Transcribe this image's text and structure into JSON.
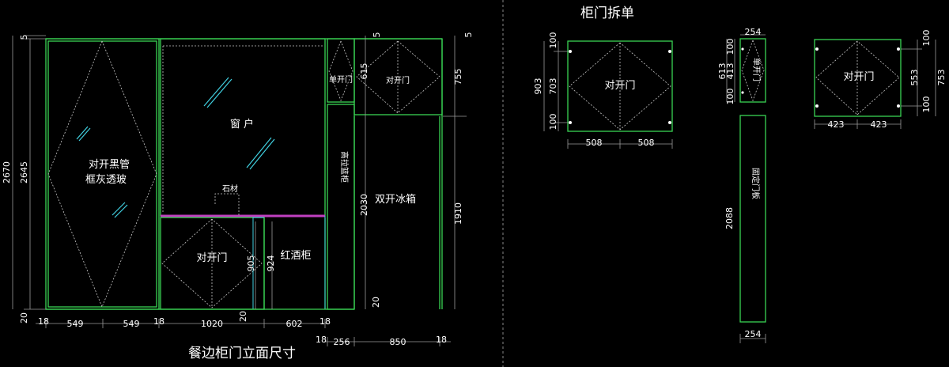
{
  "colors": {
    "background": "#000000",
    "outline": "#39d353",
    "stone_line": "#c040c0",
    "glass_mark": "#40d0e0",
    "text": "#ffffff"
  },
  "elevation": {
    "title": "餐边柜门立面尺寸",
    "labels": {
      "glass_door_line1": "对开黑管",
      "glass_door_line2": "框灰透玻",
      "window": "窗 户",
      "stone": "石材",
      "double_door_lower": "对开门",
      "wine_cabinet": "红酒柜",
      "single_door": "单开门",
      "double_door_upper": "对开门",
      "tall_pullout": "高拉篮柜",
      "fridge": "双开冰箱"
    },
    "dims": {
      "left_total_height": "2670",
      "left_inner_height": "2645",
      "top_gap_left": "5",
      "bottom_gap_left": "20",
      "w_18_a": "18",
      "w_549_a": "549",
      "w_549_b": "549",
      "w_18_b": "18",
      "w_1020": "1020",
      "w_20": "20",
      "w_602": "602",
      "w_18_c": "18",
      "h_905": "905",
      "h_924": "924",
      "h_615": "615",
      "top_gap_mid": "5",
      "h_2030": "2030",
      "bottom_gap_mid": "20",
      "top_gap_right": "5",
      "h_755": "755",
      "h_1910": "1910",
      "w2_18_a": "18",
      "w2_256": "256",
      "w2_850": "850",
      "w2_18_b": "18"
    }
  },
  "breakdown": {
    "title": "柜门拆单",
    "panel1": {
      "label": "对开门",
      "h_total": "903",
      "h_mid": "703",
      "h_top": "100",
      "h_bottom": "100",
      "w_left": "508",
      "w_right": "508"
    },
    "panel2": {
      "label": "单开门",
      "w_top": "254",
      "h_total": "613",
      "h_mid": "413",
      "h_top": "100",
      "h_bottom": "100"
    },
    "panel3": {
      "label": "固定门板",
      "h": "2088",
      "w_bottom": "254"
    },
    "panel4": {
      "label": "对开门",
      "h_top": "100",
      "h_mid": "553",
      "h_bottom": "100",
      "h_total": "753",
      "w_left": "423",
      "w_right": "423"
    }
  }
}
